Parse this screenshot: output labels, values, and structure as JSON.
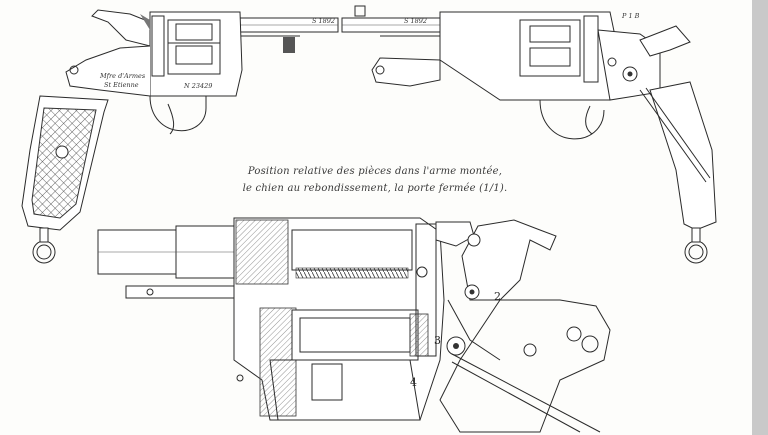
{
  "captions": {
    "line1": "Position relative des pièces dans l'arme montée,",
    "line2": "le chien au rebondissement, la porte fermée (1/1)."
  },
  "engravings": {
    "maker_line1": "Mfre d'Armes",
    "maker_line2": "St Etienne",
    "serial": "N 23429",
    "barrel_left": "S 1892",
    "barrel_right": "S 1892",
    "right_tag": "P 1 B"
  },
  "part_numbers": [
    "2",
    "3",
    "4"
  ],
  "colors": {
    "ink": "#2b2b2b",
    "paper": "#fdfdfb",
    "scrollbar": "#c9c9c9"
  }
}
